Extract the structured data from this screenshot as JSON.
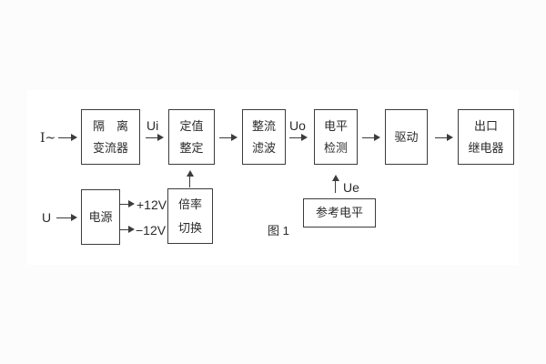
{
  "diagram": {
    "caption": "图 1",
    "inputs": {
      "current": "I~",
      "voltage": "U"
    },
    "signals": {
      "ui": "Ui",
      "uo": "Uo",
      "ue": "Ue",
      "plus12": "+12V",
      "minus12": "−12V"
    },
    "blocks": {
      "isolation": {
        "lines": [
          "隔　离",
          "变流器"
        ]
      },
      "setting": {
        "lines": [
          "定值",
          "整定"
        ]
      },
      "rectifier": {
        "lines": [
          "整流",
          "滤波"
        ]
      },
      "level": {
        "lines": [
          "电平",
          "检测"
        ]
      },
      "drive": {
        "lines": [
          "驱动"
        ]
      },
      "relay": {
        "lines": [
          "出口",
          "继电器"
        ]
      },
      "power": {
        "lines": [
          "电源"
        ]
      },
      "ratio": {
        "lines": [
          "倍率",
          "切换"
        ]
      },
      "reference": {
        "lines": [
          "参考电平"
        ]
      }
    },
    "colors": {
      "line": "#3c3c3c",
      "text": "#2b2b2b",
      "background": "#fcfcfc",
      "panel": "#ffffff"
    }
  }
}
